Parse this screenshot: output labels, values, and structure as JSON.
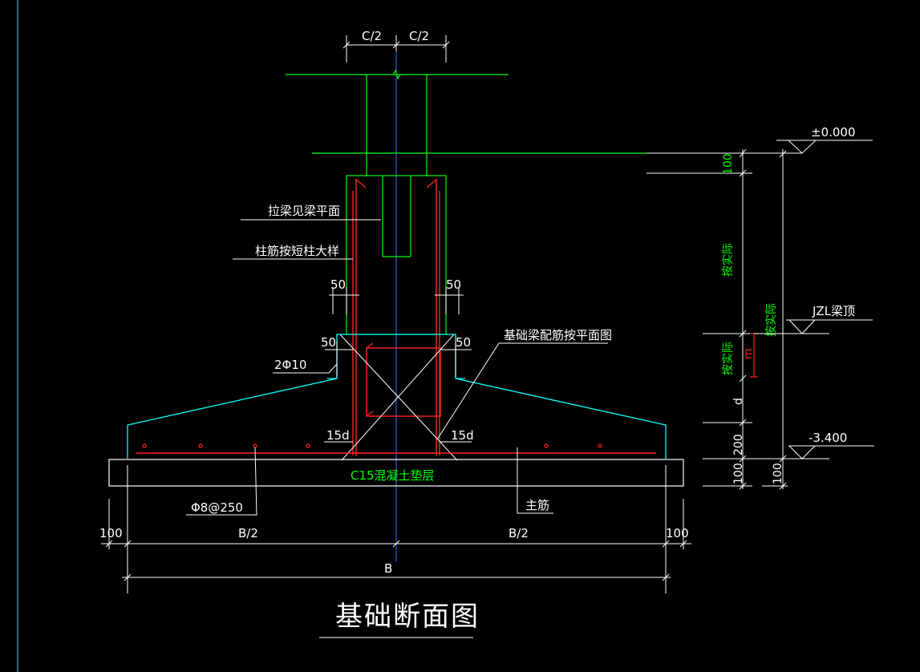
{
  "drawing": {
    "title": "基础断面图",
    "colors": {
      "background": "#000000",
      "concrete_outline": "#00ffff",
      "rebar": "#ff2222",
      "leader": "#ffffff",
      "dimension": "#ffffff",
      "column_outline": "#00ff00",
      "level_line": "#00ff00",
      "center_line": "#3a6bff"
    },
    "labels": {
      "tie_beam": "拉梁见梁平面",
      "column_rebar": "柱筋按短柱大样",
      "beam_rebar": "基础梁配筋按平面图",
      "two_phi10": "2Φ10",
      "cushion": "C15混凝土垫层",
      "distribution_bar": "Φ8@250",
      "main_bar": "主筋"
    },
    "dimensions": {
      "c_half_left": "C/2",
      "c_half_right": "C/2",
      "d50_upper_left": "50",
      "d50_upper_right": "50",
      "d50_lower_left": "50",
      "d50_lower_right": "50",
      "anchor_left": "15d",
      "anchor_right": "15d",
      "d100_left": "100",
      "b_half_left": "B/2",
      "b_half_right": "B/2",
      "d100_right": "100",
      "b_total": "B"
    },
    "side_dimensions": {
      "top_100": "100",
      "by_design_1": "按实际",
      "by_design_2": "按实际",
      "small_m": "m",
      "d": "d",
      "d200": "200",
      "bottom_100": "100",
      "right_100": "100",
      "right_by_design": "按实际"
    },
    "levels": {
      "ground": "±0.000",
      "beam_top": "JZL梁顶",
      "bottom": "-3.400"
    }
  }
}
